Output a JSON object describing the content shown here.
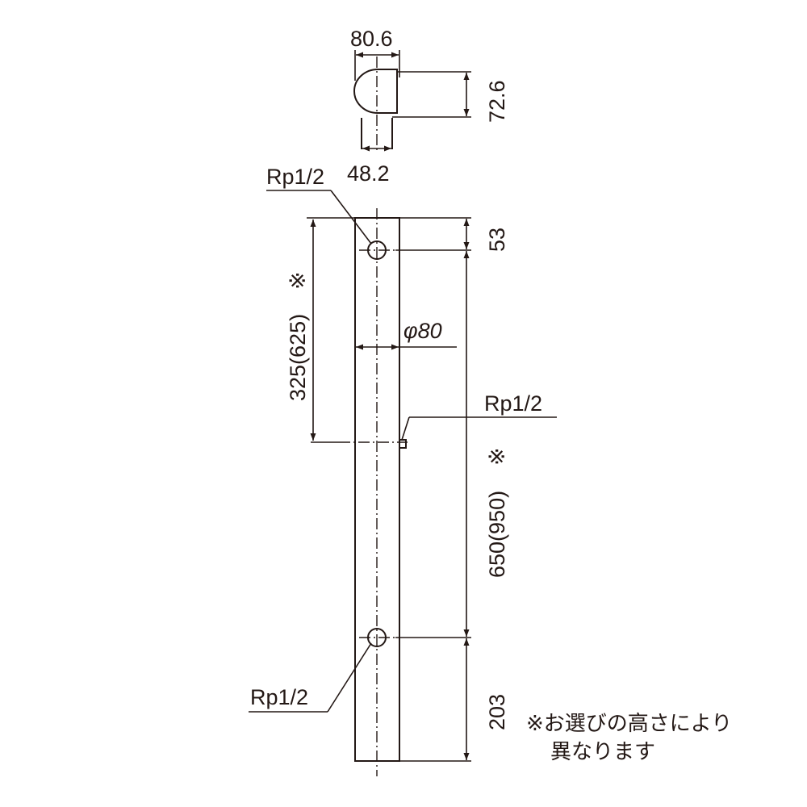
{
  "top_view": {
    "width_dim": "80.6",
    "depth_dim": "72.6",
    "stem_dim": "48.2"
  },
  "labels": {
    "rp_top": "Rp1/2",
    "rp_side": "Rp1/2",
    "rp_bottom": "Rp1/2",
    "diameter": "φ80"
  },
  "dims": {
    "left_height": "325(625)",
    "top_offset": "53",
    "right_height": "650(950)",
    "bottom_offset": "203",
    "asterisk": "※"
  },
  "note": {
    "line1": "※お選びの高さにより",
    "line2": "異なります"
  },
  "colors": {
    "ink": "#231815",
    "background": "#ffffff"
  }
}
